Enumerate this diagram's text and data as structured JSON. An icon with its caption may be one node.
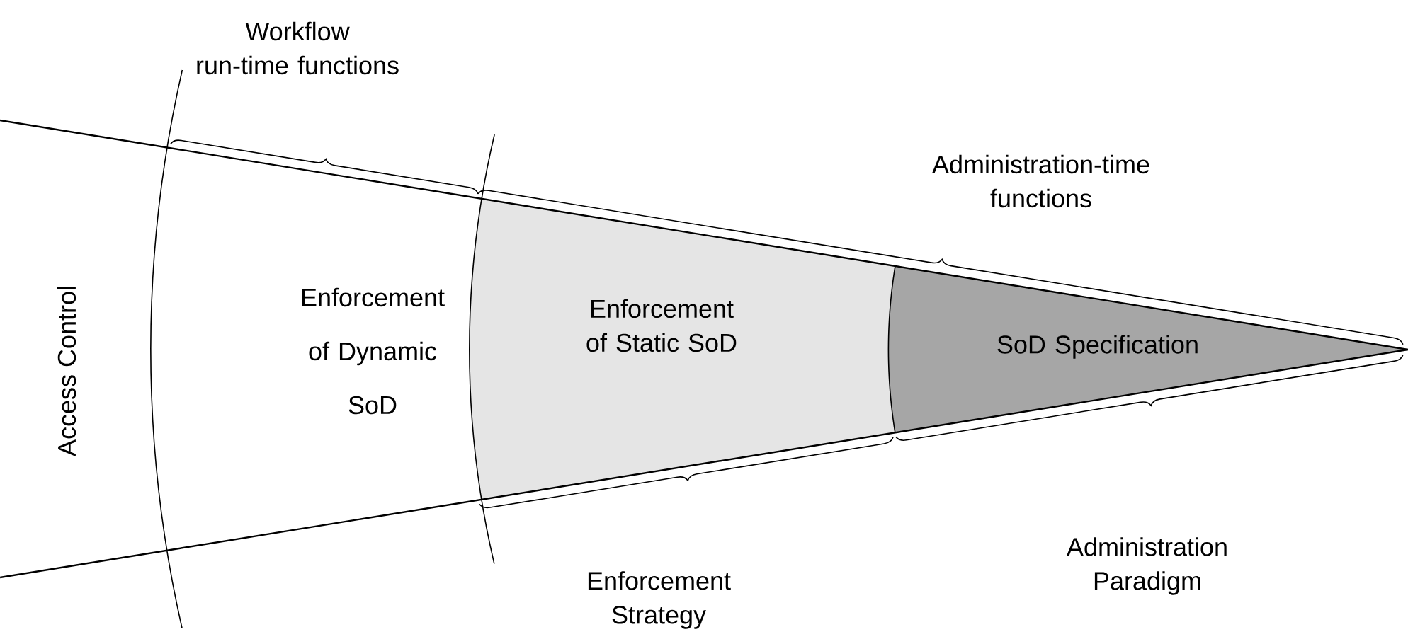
{
  "diagram": {
    "nodes": [
      {
        "text": [
          "Enforcement of Dynamic SoD"
        ]
      },
      {
        "text": [
          "Enforcement of Static SoD"
        ]
      },
      {
        "text": [
          "SoD Specification"
        ]
      }
    ],
    "labels": [
      "Workflow run-time functions",
      "Administration-time functions",
      "Access Control",
      "Administration Paradigm",
      "Enforcement Strategy"
    ]
  }
}
